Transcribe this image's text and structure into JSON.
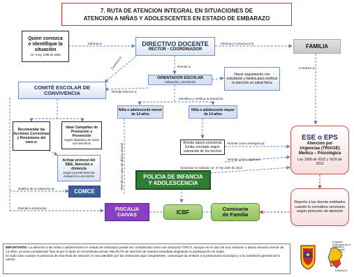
{
  "title": {
    "line1": "7. RUTA DE ATENCION INTEGRAL EN SITUACIONES DE",
    "line2": "ATENCION A NIÑAS Y ADOLESCENTES EN ESTADO DE EMBARAZO"
  },
  "conozca": {
    "line1": "Quien conozca",
    "line2": "o identifique la",
    "line3": "situación",
    "sub": "Art. 9 ley 1098 de 2006"
  },
  "directivo": {
    "title": "DIRECTIVO DOCENTE",
    "sub": "RECTOR - COORDINADOR"
  },
  "familia": {
    "title": "FAMILIA"
  },
  "orientador": {
    "title": "ORIENTADOR ESCOLAR",
    "sub": "Valoración y orientación"
  },
  "seguimiento": {
    "text": "Hacer seguimiento con estudiante y familia para verificar la atención en salud física"
  },
  "comite": {
    "title": "COMITÉ ESCOLAR DE CONVIVENCIA"
  },
  "menor14": {
    "text": "Niña o adolescente menor de 14 años"
  },
  "mayor14": {
    "text": "Niña o adolescente mayor de 14 años"
  },
  "ese": {
    "title": "ESE o EPS",
    "line1": "Atención por",
    "line2": "Urgencias (TRIAGE)",
    "line3": "Medica – Psicológica",
    "law": "Ley 1566 de 2012 y 1616 de 2013"
  },
  "recomendar": {
    "text": "Recomendar las Acciones Correctivas y Remisiones del caso a:"
  },
  "ideas": {
    "title": "Idear Campañas de Promoción y Prevención",
    "sub": "Según dispositivo de todos sus miembros"
  },
  "brindar": {
    "text": "Brindar apoyo emocional Emita concepto según valoración de los hechos"
  },
  "activar": {
    "title": "Activar protocol del SIEE. Atención a distancia",
    "sub": "Según procedimiento de evaluación y promoción"
  },
  "policia": {
    "line1": "POLICIA DE INFANCIA",
    "line2": "Y ADOLESCENCIA"
  },
  "comce": {
    "title": "COMCE"
  },
  "fiscalia": {
    "line1": "FISCALIA",
    "line2": "CAIVAS"
  },
  "icbf": {
    "title": "ICBF"
  },
  "comisaria": {
    "line1": "Comisaria",
    "line2": "de Familia"
  },
  "reporta": {
    "text": "Reporta a las demás entidades cuando lo considera necesario según protocolo de atención"
  },
  "labels": {
    "informa_a": "Informa a:",
    "informa_convoca": "Informa y Convoca a la",
    "convoca_a": "Convoca a",
    "remite_a": "Remite a:",
    "remite_informe": "Remite informe a:",
    "conduce_a": "Conduce a:",
    "identifica": "Identifica y Verifica la Situación:",
    "remite_emergencia": "Remite como emergencia:",
    "remite_urgencia": "Remite como urgencia:",
    "garantiza": "Garantizar su traslado: Art. 27 ley 1620 de 2013",
    "remite_caso_abuso": "Remite en caso de abuso sexual",
    "notifica": "Notifica de su atención al:",
    "remitir_instancias": "Remitir a instancias:"
  },
  "note": {
    "label": "IMPORTANTE:",
    "text1": "La atención a las niñas o adolescentes en estado de embarazo puede ser considerado como una Situación TIPO II, aunque en el caso de una violación o abuso sexual a menor de 14 años, ya seria considerado Tipo III por lo tanto se recomienda activar esta RUTA de atención de manera inmediata asignando la participación de todos.",
    "text2": "En todo caso cuando el protocolo de esta Ruta de atención no sea atendido por las instancias aquí competentes, comunique tal omisión a la personaría municipal y a la contraloría general de la nación"
  },
  "logo": {
    "text": "Fundación Colombiana por el desarrollo y participación ciudadana",
    "tag": "FUNDACOL"
  },
  "colors": {
    "title_border": "#d0302b",
    "blue_border": "#6f8fc7",
    "grey": "#cfcfcf",
    "green": "#9fcc6c",
    "purple": "#8a3ec0",
    "dark_green": "#2e7d32",
    "red_border": "#c8504a"
  }
}
